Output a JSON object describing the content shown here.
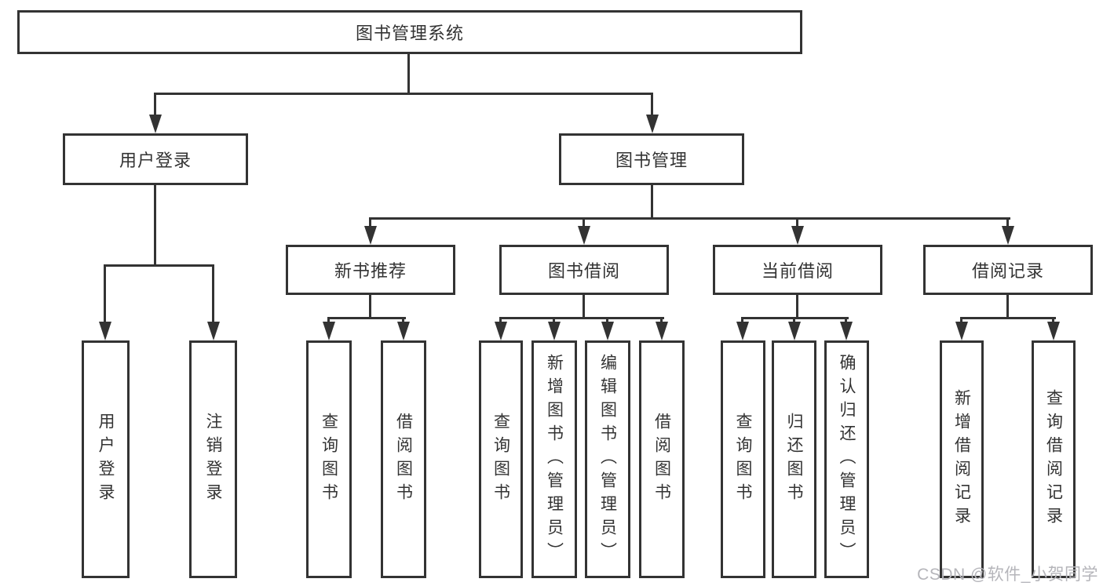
{
  "tree": {
    "root": "图书管理系统",
    "children": [
      {
        "label": "用户登录",
        "children": [
          "用户登录",
          "注销登录"
        ]
      },
      {
        "label": "图书管理",
        "children": [
          {
            "label": "新书推荐",
            "children": [
              "查询图书",
              "借阅图书"
            ]
          },
          {
            "label": "图书借阅",
            "children": [
              "查询图书",
              "新增图书（管理员）",
              "编辑图书（管理员）",
              "借阅图书"
            ]
          },
          {
            "label": "当前借阅",
            "children": [
              "查询图书",
              "归还图书",
              "确认归还（管理员）"
            ]
          },
          {
            "label": "借阅记录",
            "children": [
              "新增借阅记录",
              "查询借阅记录"
            ]
          }
        ]
      }
    ]
  },
  "watermark": "CSDN @软件_小贺同学",
  "colors": {
    "line": "#333333",
    "box_border": "#333333",
    "text": "#333333",
    "watermark_text": "#b5b5ba",
    "background": "#ffffff"
  }
}
